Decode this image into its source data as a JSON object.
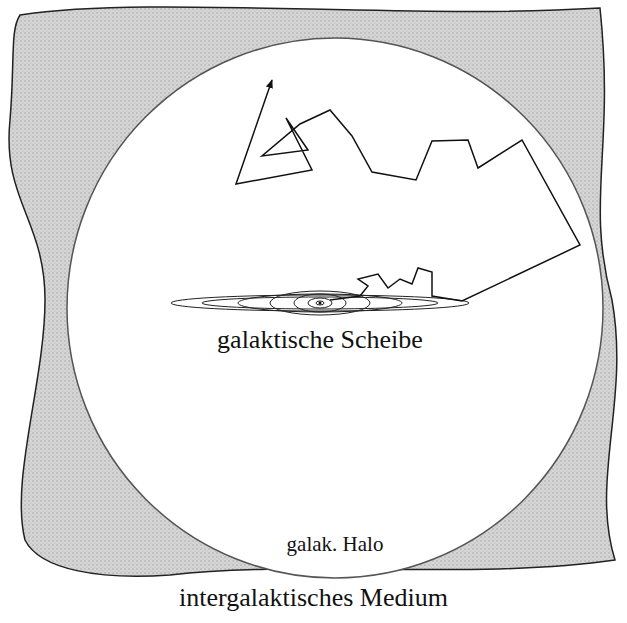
{
  "diagram": {
    "nodes": [
      {
        "text": [
          "intergalaktisches Medium"
        ]
      },
      {
        "text": [
          "galak. Halo"
        ],
        "in": 0
      },
      {
        "text": [
          "galaktische Scheibe"
        ],
        "in": 1
      }
    ]
  }
}
